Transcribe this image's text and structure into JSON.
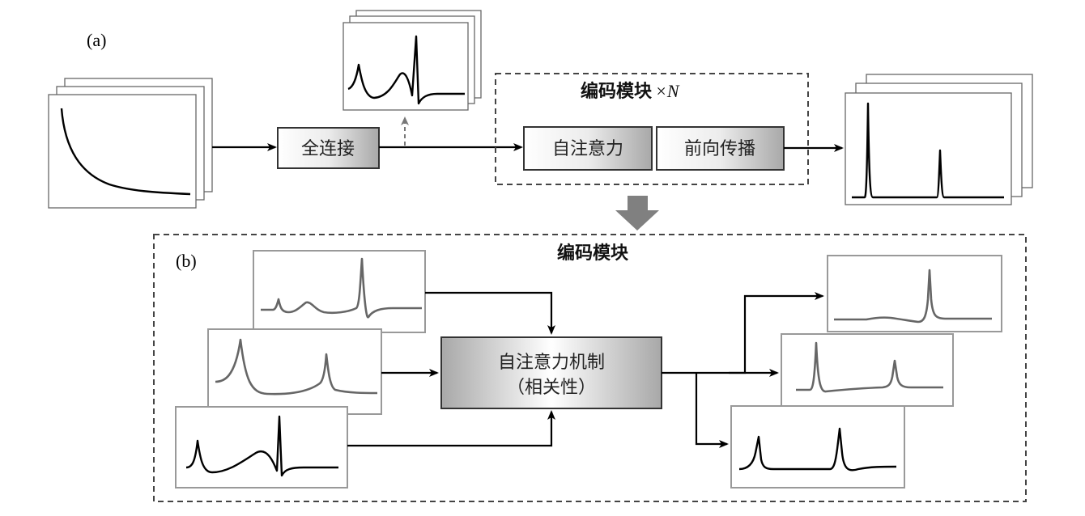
{
  "panel_a": {
    "label": "(a)",
    "fc_block": "全连接",
    "encoder_title": "编码模块",
    "encoder_repeat": "×N",
    "self_attention": "自注意力",
    "feed_forward": "前向传播"
  },
  "panel_b": {
    "label": "(b)",
    "title": "编码模块",
    "mechanism_line1": "自注意力机制",
    "mechanism_line2": "（相关性）"
  },
  "colors": {
    "box_gradient_light": "#ffffff",
    "box_gradient_dark": "#a8a8a8",
    "down_arrow": "#808080",
    "gray_curve": "#666666"
  }
}
